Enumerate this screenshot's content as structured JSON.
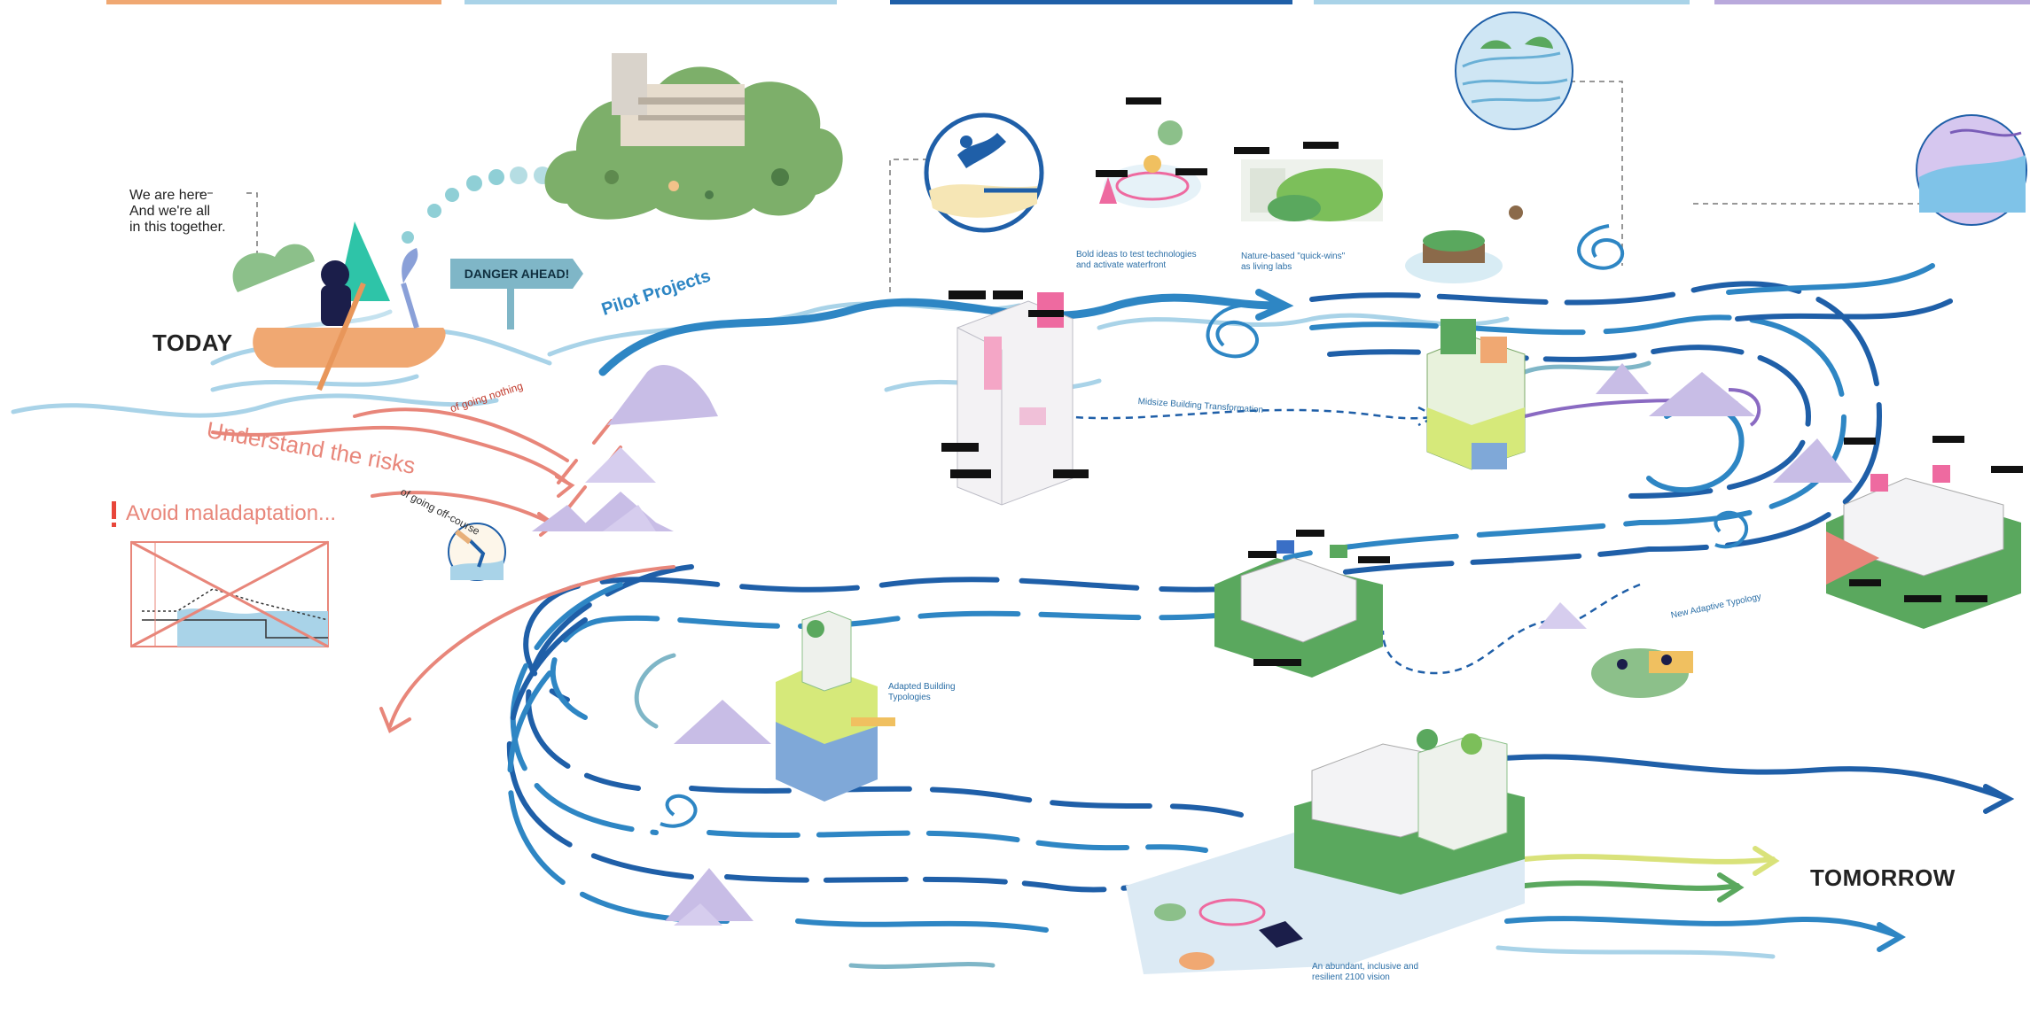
{
  "labels": {
    "today": "TODAY",
    "tomorrow": "TOMORROW",
    "we_are_here": "We are here\nAnd we're all\nin this together.",
    "danger_ahead": "DANGER AHEAD!",
    "pilot_projects": "Pilot Projects",
    "understand_risks": "Understand the risks",
    "going_nothing": "of going nothing",
    "going_off_course": "of going off-course",
    "avoid_maladaptation": "Avoid maladaptation...",
    "bold_ideas": "Bold ideas to test technologies\nand activate waterfront",
    "nature_based": "Nature-based \"quick-wins\"\nas living labs",
    "building_transformation": "Midsize Building Transformation",
    "adapted_building": "Adapted Building\nTypologies",
    "new_adaptive": "New Adaptive Typology",
    "vision": "An abundant, inclusive and\nresilient 2100 vision"
  },
  "colors": {
    "dark_blue": "#1f5fa8",
    "mid_blue": "#2e86c4",
    "light_blue": "#a9d3e8",
    "coral": "#e8867a",
    "lavender": "#b9a9dc",
    "purple_arrow": "#8a6ac2",
    "green": "#5aa85e",
    "boat": "#f0a872",
    "sign": "#7fb6c7"
  },
  "icons": [
    "boat-icon",
    "cloud-photo-icon",
    "diver-icon",
    "water-circle-icon",
    "landscape-circle-icon",
    "fall-icon",
    "wave-spiral-icon"
  ]
}
